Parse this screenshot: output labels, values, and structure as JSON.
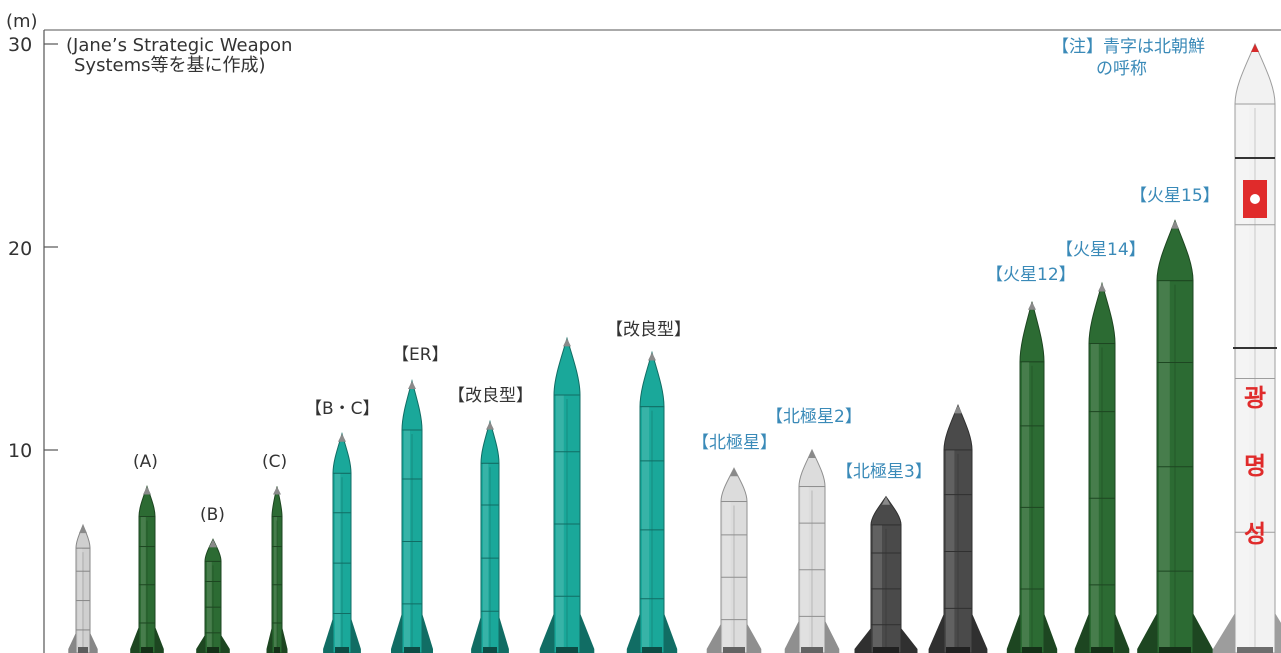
{
  "axis": {
    "unit": "(m)",
    "ticks": [
      30,
      20,
      10
    ],
    "source_line1": "(Jane’s Strategic Weapon",
    "source_line2": "Systems等を基に作成)"
  },
  "note": {
    "line1": "【注】青字は北朝鮮",
    "line2": "の呼称"
  },
  "missiles": [
    {
      "label": "",
      "height_m": 6.3,
      "color": "#cfcfcf",
      "label_color": "black"
    },
    {
      "label": "(A)",
      "height_m": 8.2,
      "color": "#2c6b33",
      "label_color": "black"
    },
    {
      "label": "(B)",
      "height_m": 5.6,
      "color": "#2c6b33",
      "label_color": "black"
    },
    {
      "label": "(C)",
      "height_m": 8.2,
      "color": "#2c6b33",
      "label_color": "black"
    },
    {
      "label": "【B・C】",
      "height_m": 10.8,
      "color": "#1aa89a",
      "label_color": "black"
    },
    {
      "label": "【ER】",
      "height_m": 13.4,
      "color": "#1aa89a",
      "label_color": "black"
    },
    {
      "label": "【改良型】",
      "height_m": 11.4,
      "color": "#1aa89a",
      "label_color": "black"
    },
    {
      "label": "",
      "height_m": 15.5,
      "color": "#1aa89a",
      "label_color": "black"
    },
    {
      "label": "【改良型】",
      "height_m": 14.8,
      "color": "#1aa89a",
      "label_color": "black"
    },
    {
      "label": "【北極星】",
      "height_m": 9.1,
      "color": "#dcdcdc",
      "label_color": "blue"
    },
    {
      "label": "【北極星2】",
      "height_m": 10.0,
      "color": "#dcdcdc",
      "label_color": "blue"
    },
    {
      "label": "【北極星3】",
      "height_m": 7.7,
      "color": "#4a4a4a",
      "label_color": "blue"
    },
    {
      "label": "",
      "height_m": 12.2,
      "color": "#4a4a4a",
      "label_color": "black"
    },
    {
      "label": "【火星12】",
      "height_m": 17.3,
      "color": "#2c6b33",
      "label_color": "blue"
    },
    {
      "label": "【火星14】",
      "height_m": 18.2,
      "color": "#2c6b33",
      "label_color": "blue"
    },
    {
      "label": "【火星15】",
      "height_m": 21.3,
      "color": "#2c6b33",
      "label_color": "blue"
    },
    {
      "label": "",
      "height_m": 30.0,
      "color": "#f2f2f2",
      "label_color": "black",
      "hangul": [
        "광",
        "명",
        "성"
      ]
    }
  ]
}
